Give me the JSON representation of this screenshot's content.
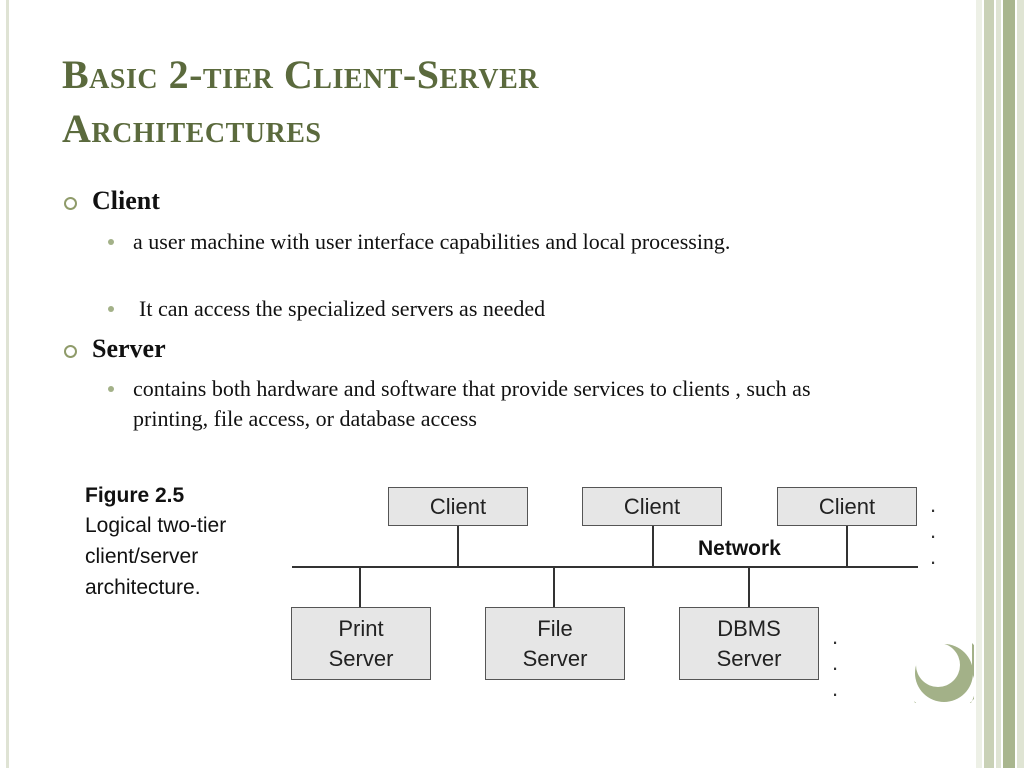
{
  "slide": {
    "title_line1": "Basic 2-tier Client-Server",
    "title_line2": "Architectures"
  },
  "bullets": [
    {
      "heading": "Client",
      "items": [
        "a user machine with user interface capabilities and local processing.",
        "It can access the specialized servers as needed"
      ]
    },
    {
      "heading": "Server",
      "items": [
        "contains both hardware and software that provide services to clients , such as printing, file access, or database access"
      ]
    }
  ],
  "figure": {
    "number": "Figure 2.5",
    "caption": "Logical two-tier client/server architecture.",
    "network_label": "Network",
    "clients": [
      "Client",
      "Client",
      "Client"
    ],
    "servers": [
      {
        "line1": "Print",
        "line2": "Server"
      },
      {
        "line1": "File",
        "line2": "Server"
      },
      {
        "line1": "DBMS",
        "line2": "Server"
      }
    ],
    "ellipsis": ". . ."
  },
  "colors": {
    "title": "#5b6a3d",
    "accent_bar": "#a9b68e",
    "box_fill": "#e6e6e6"
  }
}
